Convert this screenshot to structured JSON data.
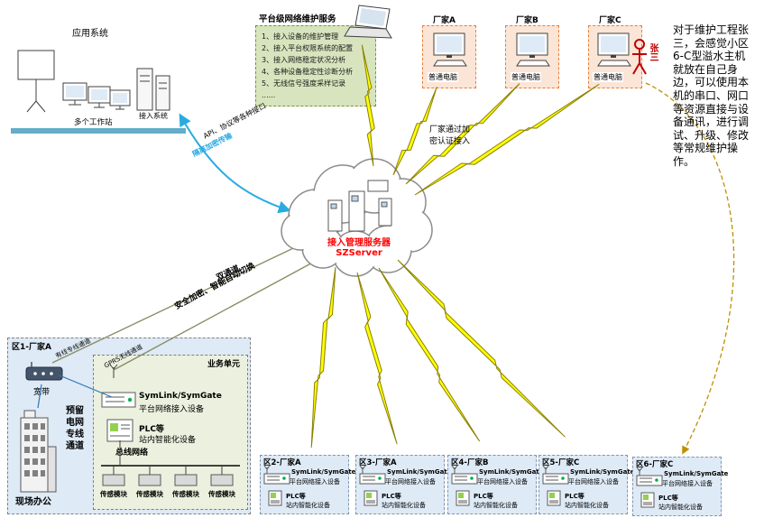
{
  "app_system": {
    "title": "应用系统",
    "workstations": "多个工作站",
    "access_system": "接入系统"
  },
  "maintenance": {
    "title": "平台级网络维护服务",
    "items": [
      "1、接入设备的维护管理",
      "2、接入平台权限系统的配置",
      "3、接入网络稳定状况分析",
      "4、各种设备稳定性诊断分析",
      "5、无线信号强度采样记录",
      "......"
    ]
  },
  "vendors": [
    {
      "name": "厂家A",
      "pc": "普通电脑"
    },
    {
      "name": "厂家B",
      "pc": "普通电脑"
    },
    {
      "name": "厂家C",
      "pc": "普通电脑",
      "person": "张三"
    }
  ],
  "note": "对于维护工程张三，会感觉小区6-C型溢水主机就放在自己身边，可以使用本机的串口、网口等资源直接与设备通讯，进行调试、升级、修改等常规维护操作。",
  "cloud": {
    "title": "接入管理服务器",
    "server": "SZServer"
  },
  "links": {
    "vendor_access": "厂家通过加密认证接入",
    "api": "API、协议等各种接口",
    "secure_transfer": "隔离加密传输",
    "dual_channel": "双通道",
    "smart_switch": "安全加密、智能自动切换",
    "wired": "有线专线通道",
    "gprs": "GPRS无线通道"
  },
  "zone1": {
    "name": "区1-厂家A",
    "broadband": "宽带",
    "office": "现场办公",
    "reserved": "预留电网专线通道",
    "unit": "业务单元",
    "gateway": "SymLink/SymGate",
    "gateway_sub": "平台网络接入设备",
    "plc": "PLC等",
    "plc_sub": "站内智能化设备",
    "bus": "总线网络",
    "sensors": [
      "传感模块",
      "传感模块",
      "传感模块",
      "传感模块"
    ]
  },
  "zones": [
    {
      "name": "区2-厂家A",
      "gateway": "SymLink/SymGate",
      "gateway_sub": "平台网络接入设备",
      "plc": "PLC等",
      "plc_sub": "站内智能化设备"
    },
    {
      "name": "区3-厂家A",
      "gateway": "SymLink/SymGate",
      "gateway_sub": "平台网络接入设备",
      "plc": "PLC等",
      "plc_sub": "站内智能化设备"
    },
    {
      "name": "区4-厂家B",
      "gateway": "SymLink/SymGate",
      "gateway_sub": "平台网络接入设备",
      "plc": "PLC等",
      "plc_sub": "站内智能化设备"
    },
    {
      "name": "区5-厂家C",
      "gateway": "SymLink/SymGate",
      "gateway_sub": "平台网络接入设备",
      "plc": "PLC等",
      "plc_sub": "站内智能化设备"
    },
    {
      "name": "区6-厂家C",
      "gateway": "SymLink/SymGate",
      "gateway_sub": "平台网络接入设备",
      "plc": "PLC等",
      "plc_sub": "站内智能化设备"
    }
  ],
  "icons": {
    "cloud": "cloud-shape",
    "lightning": "lightning-bolt",
    "laptop": "laptop",
    "pc": "desktop-computer",
    "servers": "server-towers",
    "router": "broadband-router",
    "building": "office-building",
    "person": "maintenance-engineer",
    "sensor": "sensor-module",
    "antenna": "wireless-antenna"
  },
  "colors": {
    "accent_cyan": "#29ABE2",
    "cloud_text_red": "#FF0000",
    "bolt_yellow": "#FFFF00",
    "vendor_fill": "#FBE5D6",
    "zone_fill": "#DEEAF6",
    "maintenance_fill": "#D7E4BD",
    "person_red": "#C00000",
    "dashed_curve": "#BF9000"
  }
}
